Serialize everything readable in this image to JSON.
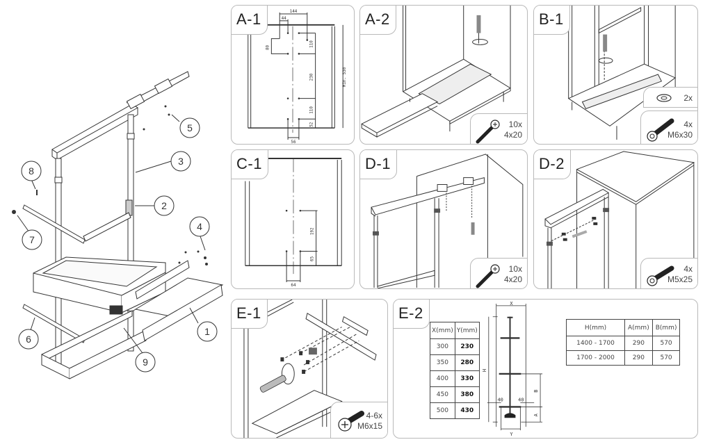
{
  "overview": {
    "title": "Exploded parts view",
    "callouts": [
      {
        "number": "1",
        "part": "base pull-out tray"
      },
      {
        "number": "2",
        "part": "side bracket"
      },
      {
        "number": "3",
        "part": "vertical frame post"
      },
      {
        "number": "4",
        "part": "screws"
      },
      {
        "number": "5",
        "part": "top rail screws"
      },
      {
        "number": "6",
        "part": "drawer slide"
      },
      {
        "number": "7",
        "part": "nut"
      },
      {
        "number": "8",
        "part": "screw"
      },
      {
        "number": "9",
        "part": "slide lock"
      }
    ]
  },
  "steps": [
    {
      "id": "A-1",
      "dimensions": {
        "top_width": "144",
        "inner_width": "44",
        "left_offset": "80",
        "upper_gap": "110",
        "middle_gap": "230",
        "lower_gap": "110",
        "bottom_offset": "52",
        "bottom_width": "56",
        "min_height": "Min. 530"
      }
    },
    {
      "id": "A-2",
      "hardware": {
        "quantity": "10x",
        "size": "4x20",
        "icon": "wood-screw-icon"
      }
    },
    {
      "id": "B-1",
      "hardware_items": [
        {
          "quantity": "2x",
          "size": "",
          "icon": "washer-icon"
        },
        {
          "quantity": "4x",
          "size": "M6x30",
          "icon": "hex-socket-bolt-icon"
        }
      ]
    },
    {
      "id": "C-1",
      "dimensions": {
        "vertical_gap": "192",
        "bottom_offset": "65",
        "hole_spacing": "64"
      }
    },
    {
      "id": "D-1",
      "hardware": {
        "quantity": "10x",
        "size": "4x20",
        "icon": "wood-screw-icon"
      }
    },
    {
      "id": "D-2",
      "hardware": {
        "quantity": "4x",
        "size": "M5x25",
        "icon": "hex-socket-bolt-icon"
      }
    },
    {
      "id": "E-1",
      "hardware": {
        "quantity": "4-6x",
        "size": "M6x15",
        "icon": "pan-head-bolt-icon"
      }
    },
    {
      "id": "E-2",
      "xy_table": {
        "headers": [
          "X(mm)",
          "Y(mm)"
        ],
        "rows": [
          [
            "300",
            "230"
          ],
          [
            "350",
            "280"
          ],
          [
            "400",
            "330"
          ],
          [
            "450",
            "380"
          ],
          [
            "500",
            "430"
          ]
        ]
      },
      "diagram_labels": {
        "x": "X",
        "y": "Y",
        "h": "H",
        "a": "A",
        "b": "B",
        "left_gap": "40",
        "right_gap": "40"
      },
      "ha_table": {
        "headers": [
          "H(mm)",
          "A(mm)",
          "B(mm)"
        ],
        "rows": [
          [
            "1400  -  1700",
            "290",
            "570"
          ],
          [
            "1700  -  2000",
            "290",
            "570"
          ]
        ]
      }
    }
  ]
}
